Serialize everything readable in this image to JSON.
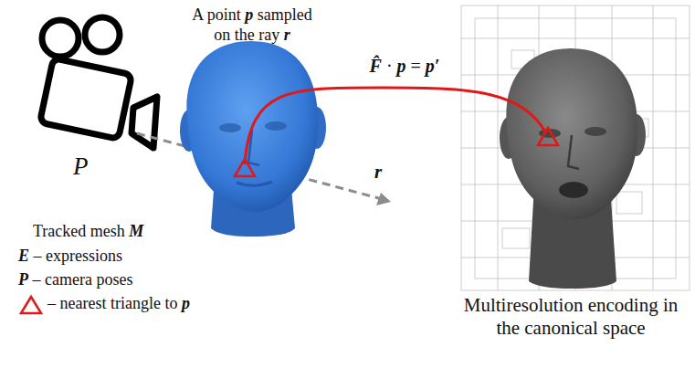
{
  "diagram": {
    "labels": [
      "A point p sampled on the ray r",
      "P",
      "F̂ · p = p′",
      "r",
      "Tracked mesh M",
      "E – expressions",
      "P – camera poses",
      "– nearest triangle to p",
      "Multiresolution encoding in the canonical space"
    ]
  }
}
